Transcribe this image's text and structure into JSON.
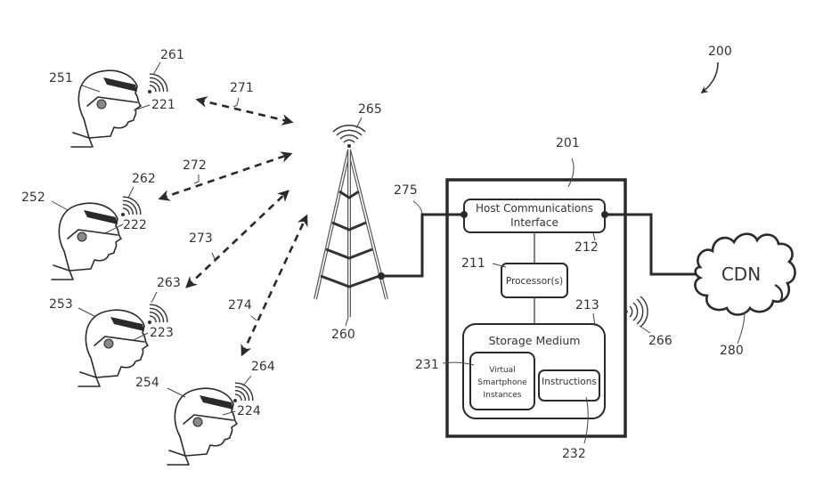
{
  "figure": {
    "ref": "200",
    "users": [
      {
        "user_ref": "251",
        "device_ref": "221",
        "signal_ref": "261",
        "link_ref": "271"
      },
      {
        "user_ref": "252",
        "device_ref": "222",
        "signal_ref": "262",
        "link_ref": "272"
      },
      {
        "user_ref": "253",
        "device_ref": "223",
        "signal_ref": "263",
        "link_ref": "273"
      },
      {
        "user_ref": "254",
        "device_ref": "224",
        "signal_ref": "264",
        "link_ref": "274"
      }
    ],
    "tower": {
      "ref": "260",
      "signal_ref": "265",
      "link_ref": "275"
    },
    "host": {
      "ref": "201",
      "comm_interface": {
        "label_line1": "Host Communications",
        "label_line2": "Interface",
        "ref": "212"
      },
      "processor": {
        "label": "Processor(s)",
        "ref": "211"
      },
      "storage": {
        "label": "Storage Medium",
        "ref": "213",
        "virtual_instances": {
          "line1": "Virtual",
          "line2": "Smartphone",
          "line3": "Instances",
          "ref": "231"
        },
        "instructions": {
          "label": "Instructions",
          "ref": "232"
        }
      },
      "signal_ref": "266"
    },
    "cdn": {
      "label": "CDN",
      "ref": "280"
    }
  }
}
